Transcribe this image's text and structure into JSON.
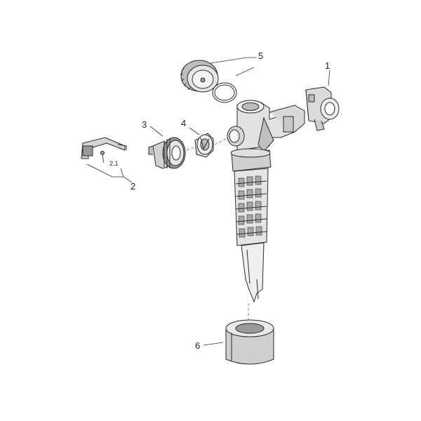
{
  "diagram": {
    "callouts": {
      "part_1": "1",
      "part_2": "2",
      "part_2_1": "2.1",
      "part_3": "3",
      "part_4": "4",
      "part_5": "5",
      "part_6": "6"
    },
    "colors": {
      "line": "#2a2a2a",
      "shade_light": "#e8e8e8",
      "shade_mid": "#cfcfcf",
      "shade_dark": "#9a9a9a",
      "background": "#ffffff"
    }
  }
}
